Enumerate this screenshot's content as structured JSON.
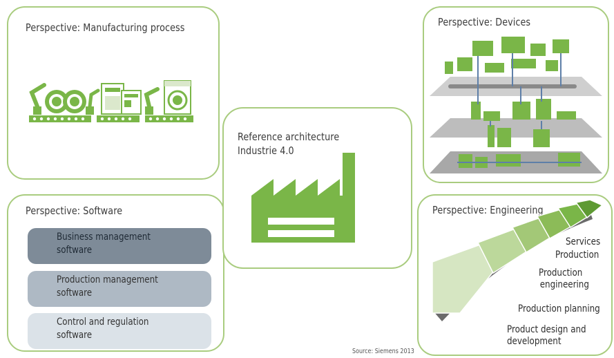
{
  "center": {
    "title_line1": "Reference architecture",
    "title_line2": "Industrie 4.0",
    "icon": "factory-icon"
  },
  "manufacturing": {
    "title": "Perspective: Manufacturing process",
    "icon": "production-line-icon"
  },
  "devices": {
    "title": "Perspective: Devices",
    "icon": "device-network-icon"
  },
  "software": {
    "title": "Perspective: Software",
    "bars": [
      {
        "line1": "Business management",
        "line2": "software"
      },
      {
        "line1": "Production management",
        "line2": "software"
      },
      {
        "line1": "Control and regulation",
        "line2": "software"
      }
    ]
  },
  "engineering": {
    "title": "Perspective: Engineering",
    "stages": [
      {
        "line1": "Services"
      },
      {
        "line1": "Production"
      },
      {
        "line1": "Production",
        "line2": "engineering"
      },
      {
        "line1": "Production planning"
      },
      {
        "line1": "Product design and",
        "line2": "development"
      }
    ],
    "icon": "chevron-arrow-icon"
  },
  "source": "Source: Siemens 2013",
  "colors": {
    "green": "#7ab648",
    "border": "#a9cc7f",
    "gray": "#b8b8b8"
  }
}
